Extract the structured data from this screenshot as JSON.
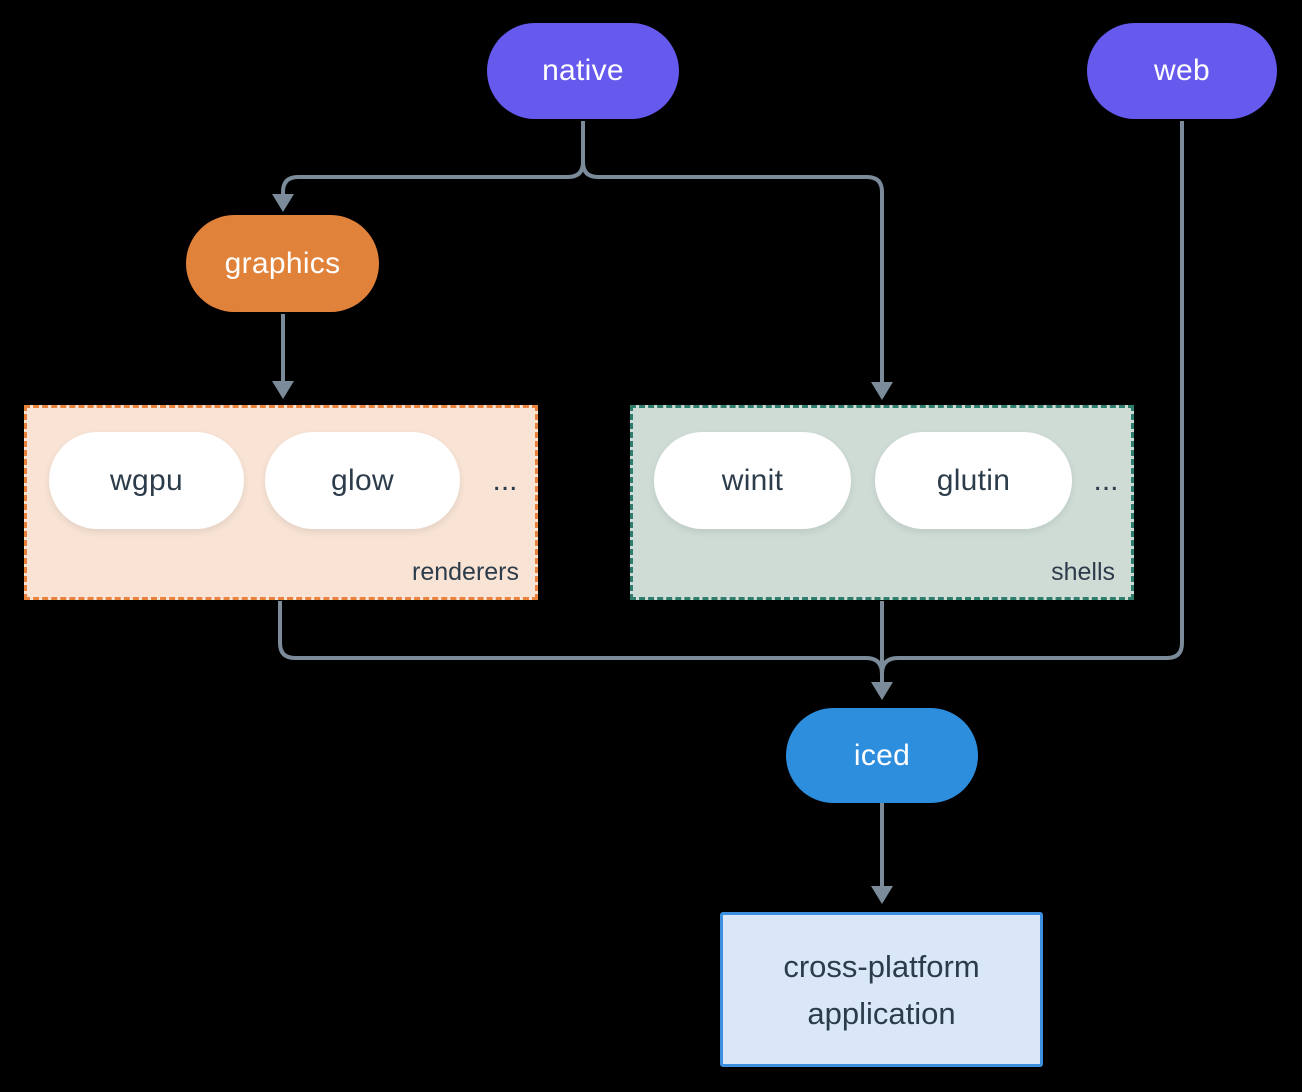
{
  "nodes": {
    "native": {
      "label": "native",
      "fill": "#6559ee",
      "text_color": "#ffffff"
    },
    "web": {
      "label": "web",
      "fill": "#6559ee",
      "text_color": "#ffffff"
    },
    "graphics": {
      "label": "graphics",
      "fill": "#e1823b",
      "text_color": "#ffffff"
    },
    "iced": {
      "label": "iced",
      "fill": "#2e8ede",
      "text_color": "#ffffff"
    },
    "application": {
      "line1": "cross-platform",
      "line2": "application",
      "fill": "#d9e7f8",
      "border": "#3f8fe0",
      "text_color": "#2d3c4b"
    }
  },
  "groups": {
    "renderers": {
      "label": "renderers",
      "fill": "#f9e3d4",
      "border": "#e8823c",
      "items": [
        "wgpu",
        "glow"
      ],
      "ellipsis": "..."
    },
    "shells": {
      "label": "shells",
      "fill": "#cfdcd5",
      "border": "#2e7d6d",
      "items": [
        "winit",
        "glutin"
      ],
      "ellipsis": "..."
    }
  },
  "colors": {
    "background": "#000000",
    "connector_line": "#7b8b99",
    "inner_pill_background": "#ffffff",
    "inner_pill_text": "#2d3c4b"
  }
}
